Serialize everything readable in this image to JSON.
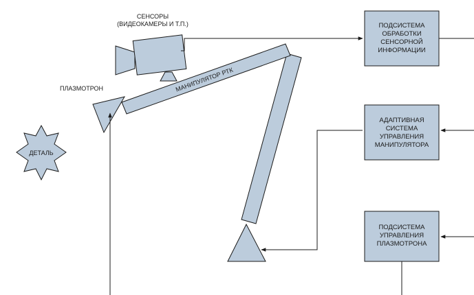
{
  "labels": {
    "sensors_line1": "СЕНСОРЫ",
    "sensors_line2": "(ВИДЕОКАМЕРЫ И Т.П.)",
    "plasmatron": "ПЛАЗМОТРОН",
    "detail": "ДЕТАЛЬ",
    "manipulator": "МАНИПУЛЯТОР РТК"
  },
  "boxes": {
    "sensor_processing": [
      "ПОДСИСТЕМА",
      "ОБРАБОТКИ",
      "СЕНСОРНОЙ",
      "ИНФОРМАЦИИ"
    ],
    "adaptive_control": [
      "АДАПТИВНАЯ",
      "СИСТЕМА",
      "УПРАВЛЕНИЯ",
      "МАНИПУЛЯТОРА"
    ],
    "plasmatron_control": [
      "ПОДСИСТЕМА",
      "УПРАВЛЕНИЯ",
      "ПЛАЗМОТРОНА"
    ]
  },
  "colors": {
    "shape_fill": "#bcccdc",
    "stroke": "#1a1a1a"
  }
}
